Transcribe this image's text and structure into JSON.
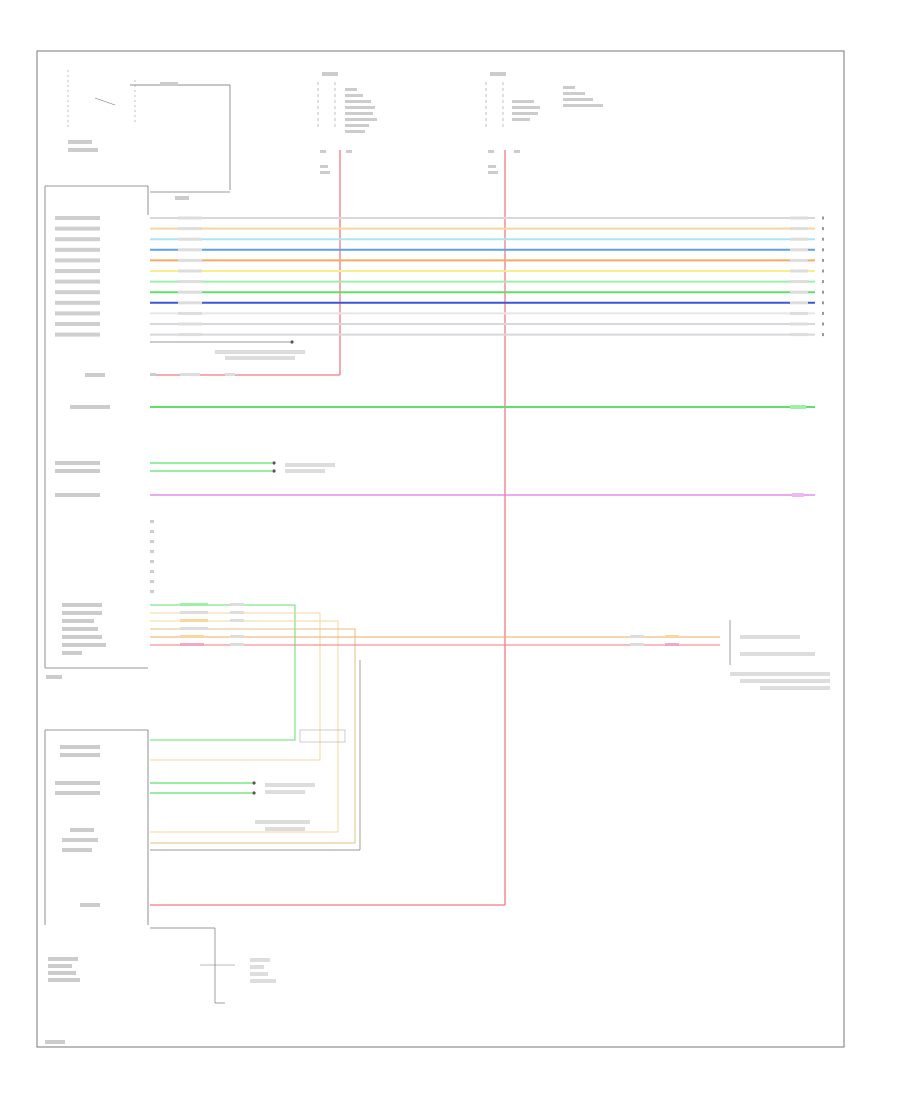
{
  "colors": {
    "gray": "#d7d7dc",
    "tan": "#f6d79c",
    "ltblue": "#a8e6f5",
    "dkblue": "#5fa0ea",
    "orange": "#f1ab62",
    "yellow": "#f7ef8c",
    "ltgreen": "#9ef0a8",
    "green": "#5fe06a",
    "blue": "#3a57d8",
    "ltgray": "#e6e6ea",
    "red": "#f07a80",
    "pink": "#f0a8c8",
    "purple": "#e078e8",
    "frame": "#777777"
  },
  "wires": [
    {
      "color": "gray"
    },
    {
      "color": "tan"
    },
    {
      "color": "ltblue"
    },
    {
      "color": "dkblue"
    },
    {
      "color": "orange"
    },
    {
      "color": "yellow"
    },
    {
      "color": "ltgreen"
    },
    {
      "color": "green"
    },
    {
      "color": "blue"
    },
    {
      "color": "ltgray"
    },
    {
      "color": "gray"
    },
    {
      "color": "gray"
    }
  ]
}
